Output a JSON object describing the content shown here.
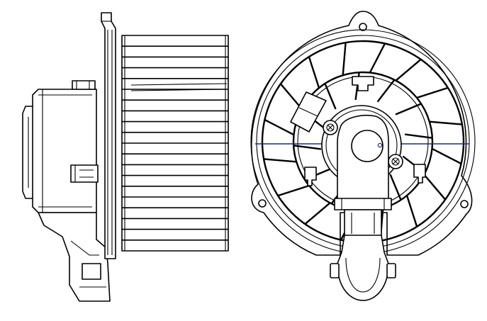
{
  "drawing": {
    "views": [
      "side-view",
      "front-view"
    ],
    "palette": {
      "line": "#000000",
      "background": "#ffffff",
      "accent": "#1a2a7a"
    },
    "side_view": {
      "fan_blade_count": 20
    },
    "front_view": {
      "outer_ring_spokes": 16,
      "inner_ring_spokes": 12,
      "mounting_holes": 3
    }
  }
}
